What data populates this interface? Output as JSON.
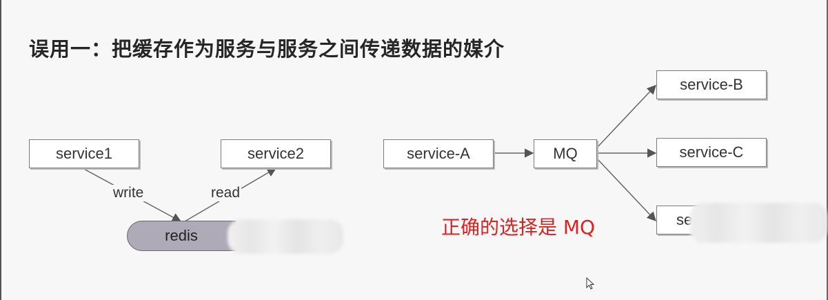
{
  "title": "误用一：把缓存作为服务与服务之间传递数据的媒介",
  "left": {
    "service1": "service1",
    "service2": "service2",
    "redis": "redis",
    "write_label": "write",
    "read_label": "read"
  },
  "right": {
    "service_a": "service-A",
    "mq": "MQ",
    "service_b": "service-B",
    "service_c": "service-C",
    "service_d_partial": "se"
  },
  "note": "正确的选择是 MQ",
  "colors": {
    "note": "#e02020",
    "redis_fill": "#aeaab7",
    "box_border": "#7a7a7a"
  }
}
